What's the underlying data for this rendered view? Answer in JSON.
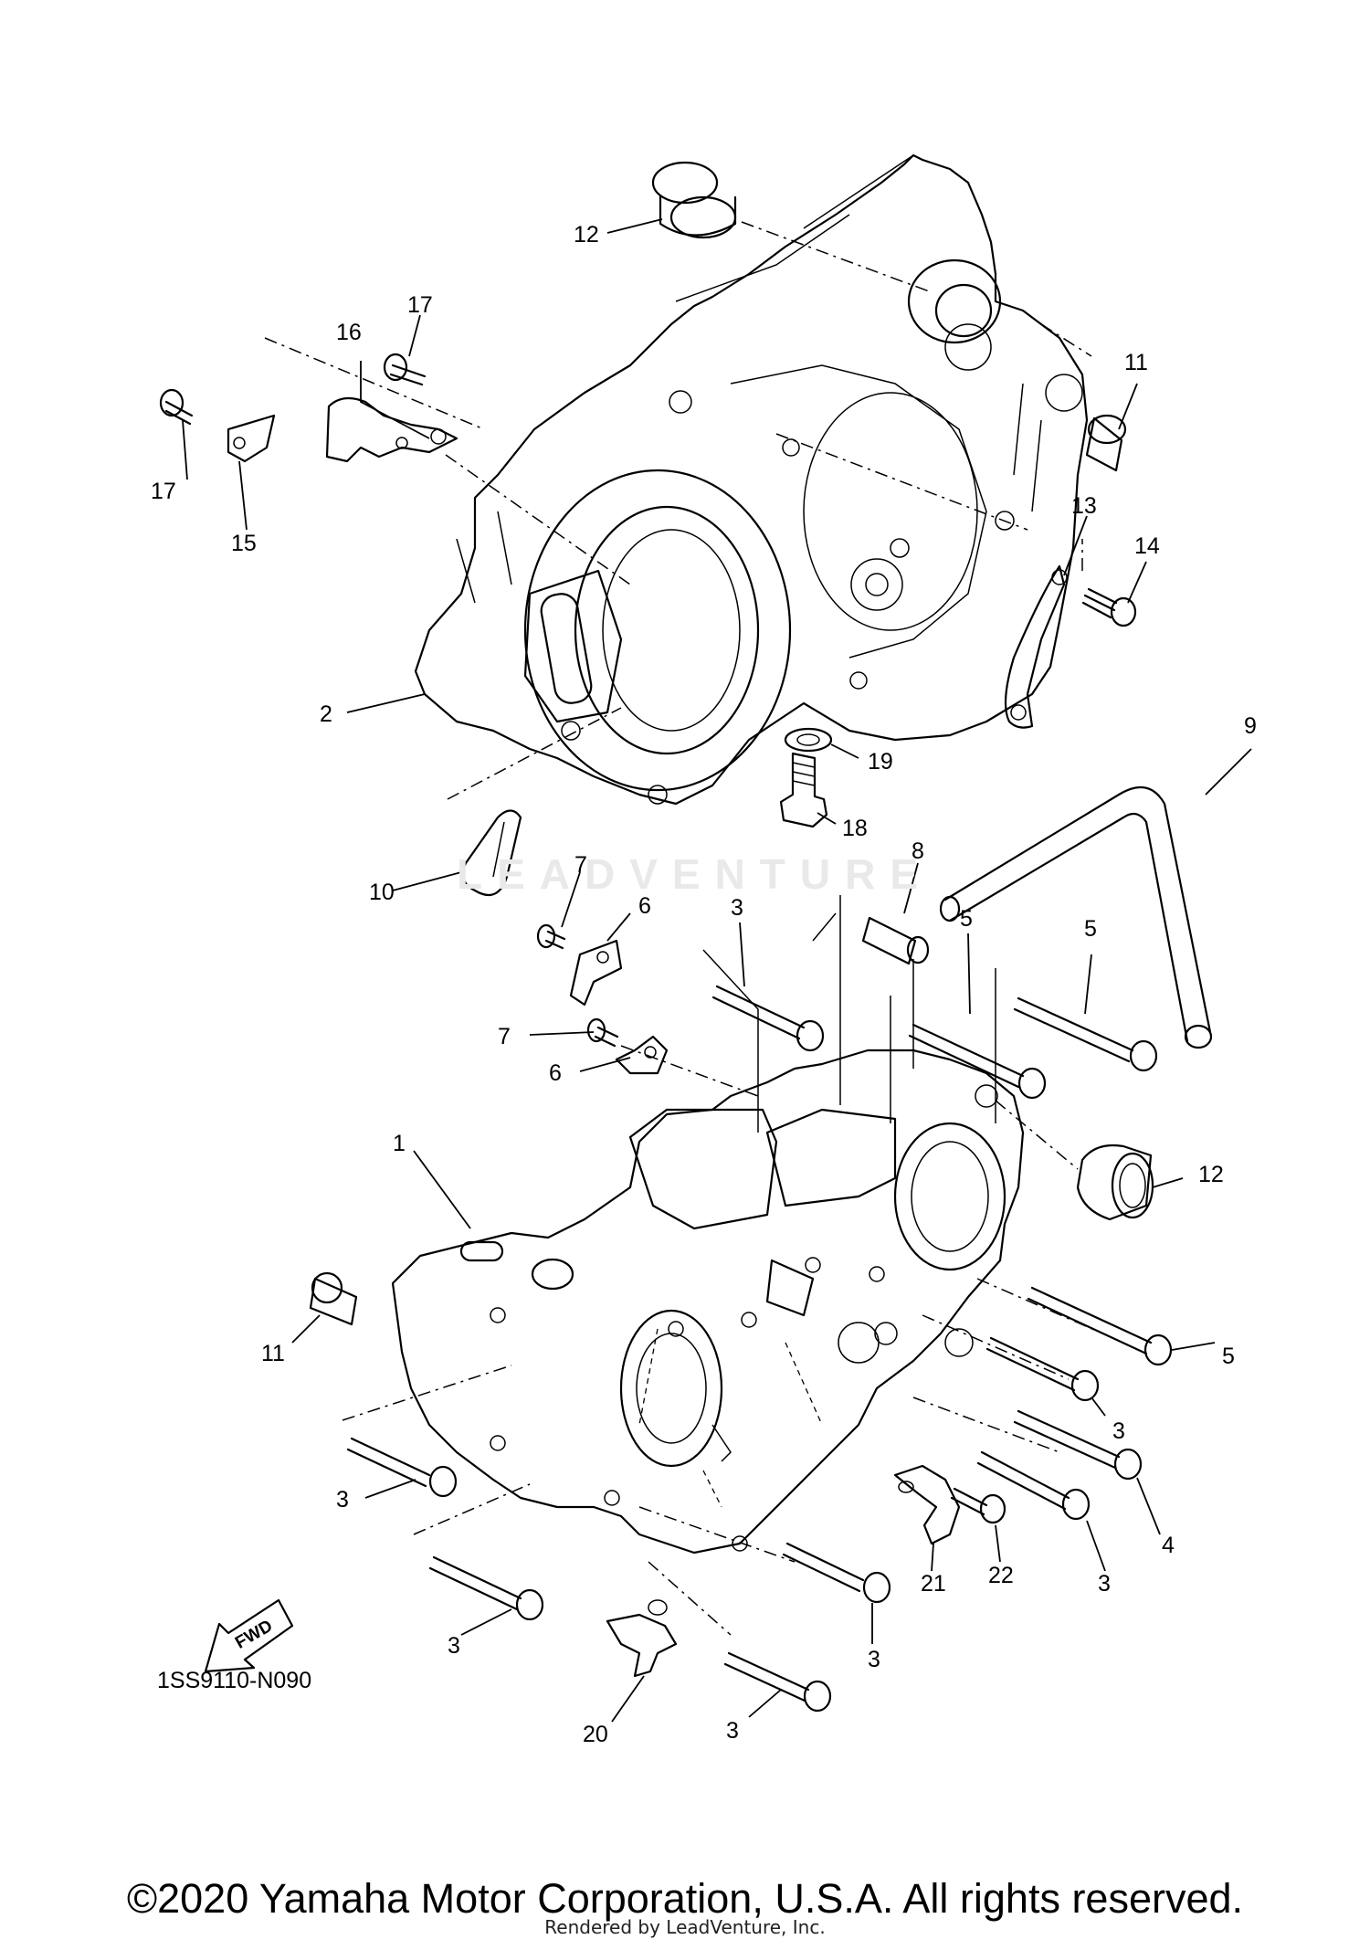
{
  "diagram_code": "1SS9110-N090",
  "copyright": "©2020 Yamaha Motor Corporation, U.S.A. All rights reserved.",
  "rendered_by": "Rendered by LeadVenture, Inc.",
  "watermark": "LEADVENTURE",
  "fwd_label": "FWD",
  "callouts": [
    "1",
    "2",
    "3",
    "4",
    "5",
    "6",
    "7",
    "8",
    "9",
    "10",
    "11",
    "12",
    "13",
    "14",
    "15",
    "16",
    "17",
    "18",
    "19",
    "20",
    "21",
    "22"
  ]
}
